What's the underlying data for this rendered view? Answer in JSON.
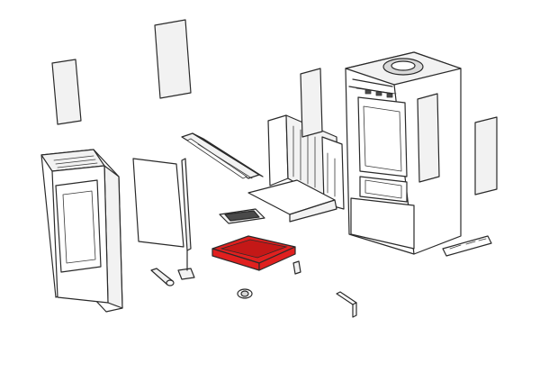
{
  "diagram": {
    "highlight_color": "#e0201f",
    "line_color": "#2a2a2a",
    "background": "#ffffff",
    "parts": [
      {
        "name": "side-panel-left-small",
        "icon": "panel"
      },
      {
        "name": "side-panel-top",
        "icon": "panel"
      },
      {
        "name": "front-door-frame",
        "icon": "door"
      },
      {
        "name": "door-glass",
        "icon": "glass"
      },
      {
        "name": "door-rod",
        "icon": "rod"
      },
      {
        "name": "baffle-plate",
        "icon": "plate"
      },
      {
        "name": "firebox-liner",
        "icon": "liner"
      },
      {
        "name": "grate",
        "icon": "grate"
      },
      {
        "name": "ash-pan",
        "icon": "tray",
        "highlighted": true
      },
      {
        "name": "clip",
        "icon": "clip"
      },
      {
        "name": "pin",
        "icon": "pin"
      },
      {
        "name": "knob",
        "icon": "knob"
      },
      {
        "name": "allen-key",
        "icon": "key"
      },
      {
        "name": "stove-body",
        "icon": "stove"
      },
      {
        "name": "side-panel-center",
        "icon": "panel"
      },
      {
        "name": "side-panel-right",
        "icon": "panel"
      },
      {
        "name": "air-slider",
        "icon": "slider"
      }
    ]
  }
}
